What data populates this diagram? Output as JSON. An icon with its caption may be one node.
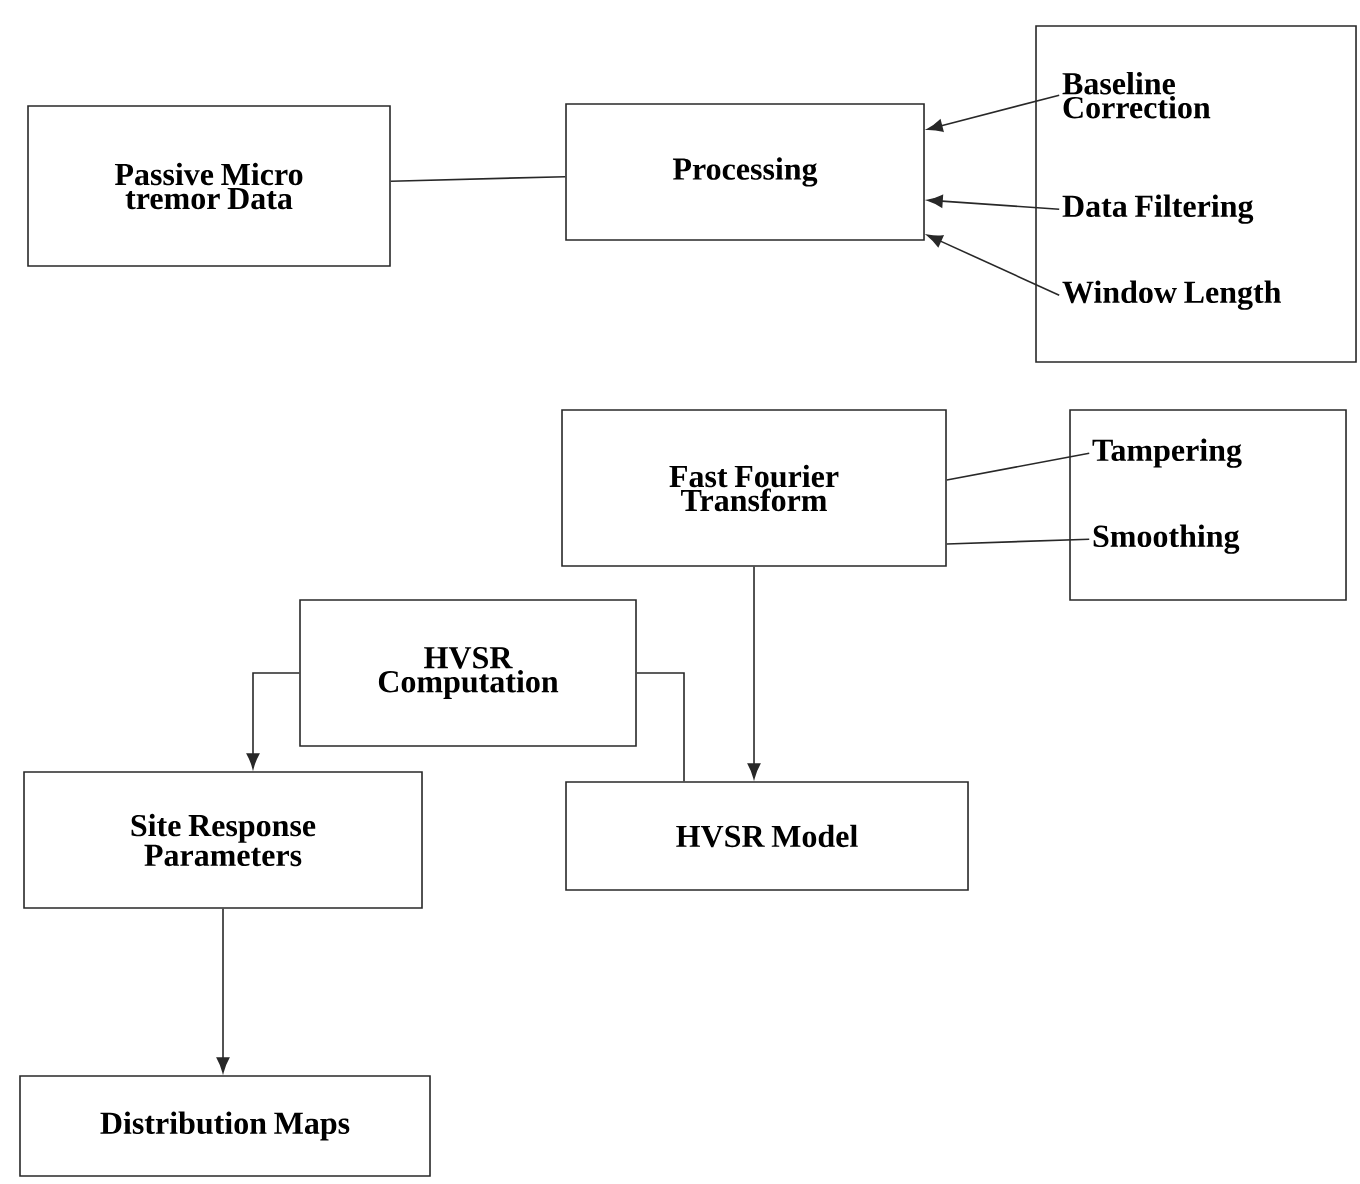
{
  "diagram": {
    "nodes": [
      {
        "text": [
          "Passive Micro tremor Data"
        ]
      },
      {
        "text": [
          "Processing"
        ]
      },
      {
        "text": [],
        "shape": "box"
      },
      {
        "text": [
          "Baseline Correction"
        ],
        "in": 2
      },
      {
        "text": [
          "Data Filtering"
        ],
        "in": 2
      },
      {
        "text": [
          "Window Length"
        ],
        "in": 2
      },
      {
        "text": [
          "Fast Fourier Transform"
        ]
      },
      {
        "text": [],
        "shape": "box"
      },
      {
        "text": [
          "Tampering"
        ],
        "in": 7
      },
      {
        "text": [
          "Smoothing"
        ],
        "in": 7
      },
      {
        "text": [
          "HVSR Computation"
        ]
      },
      {
        "text": [
          "Site Response Parameters"
        ]
      },
      {
        "text": [
          "HVSR Model"
        ]
      },
      {
        "text": [
          "Distribution Maps"
        ]
      }
    ],
    "edges": [
      {
        "from": 0,
        "to": 1,
        "arrow": "none"
      },
      {
        "from": 3,
        "to": 1,
        "arrow": "to"
      },
      {
        "from": 4,
        "to": 1,
        "arrow": "to"
      },
      {
        "from": 5,
        "to": 1,
        "arrow": "to"
      },
      {
        "from": 6,
        "to": 8,
        "arrow": "none"
      },
      {
        "from": 6,
        "to": 9,
        "arrow": "none"
      },
      {
        "from": 6,
        "to": 12,
        "arrow": "to"
      },
      {
        "from": 10,
        "to": 11,
        "arrow": "to"
      },
      {
        "from": 10,
        "to": 12,
        "arrow": "none"
      },
      {
        "from": 11,
        "to": 13,
        "arrow": "to"
      }
    ]
  }
}
